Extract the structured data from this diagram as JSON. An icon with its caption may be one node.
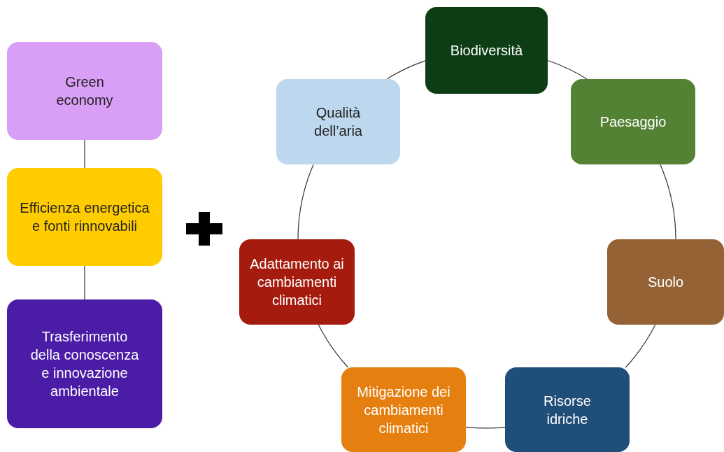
{
  "diagram": {
    "nodes": [
      {
        "text": [
          "Green economy"
        ]
      },
      {
        "text": [
          "Efficienza energetica e fonti rinnovabili"
        ]
      },
      {
        "text": [
          "Trasferimento della conoscenza e innovazione ambientale"
        ]
      },
      {
        "text": [
          "Biodiversità"
        ]
      },
      {
        "text": [
          "Paesaggio"
        ]
      },
      {
        "text": [
          "Suolo"
        ]
      },
      {
        "text": [
          "Risorse idriche"
        ]
      },
      {
        "text": [
          "Mitigazione dei cambiamenti climatici"
        ]
      },
      {
        "text": [
          "Adattamento ai cambiamenti climatici"
        ]
      },
      {
        "text": [
          "Qualità dell’aria"
        ]
      }
    ],
    "edges": [
      {
        "from": 0,
        "to": 1,
        "arrow": "none"
      },
      {
        "from": 1,
        "to": 2,
        "arrow": "none"
      },
      {
        "from": 3,
        "to": 4,
        "arrow": "none"
      },
      {
        "from": 4,
        "to": 5,
        "arrow": "none"
      },
      {
        "from": 5,
        "to": 6,
        "arrow": "none"
      },
      {
        "from": 6,
        "to": 7,
        "arrow": "none"
      },
      {
        "from": 7,
        "to": 8,
        "arrow": "none"
      },
      {
        "from": 8,
        "to": 9,
        "arrow": "none"
      },
      {
        "from": 9,
        "to": 3,
        "arrow": "none"
      }
    ]
  }
}
